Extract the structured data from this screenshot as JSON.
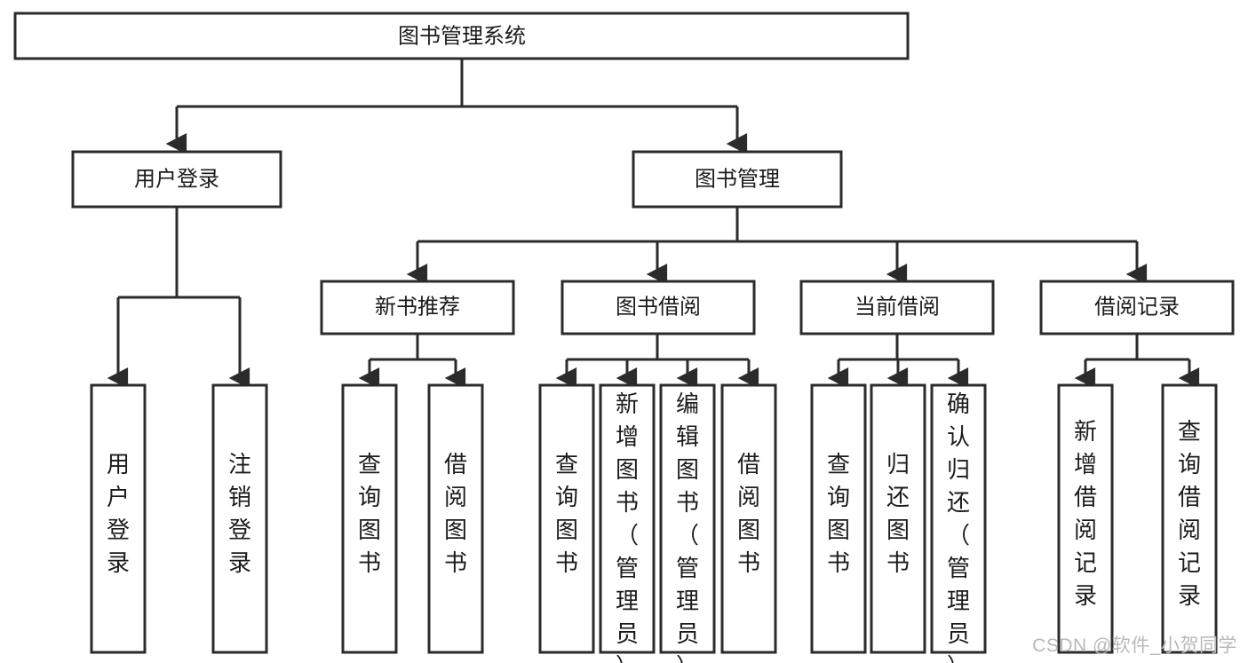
{
  "diagram": {
    "title": "图书管理系统",
    "type": "tree",
    "watermark": "CSDN @软件_小贺同学",
    "colors": {
      "background": "#ffffff",
      "box_fill": "#ffffff",
      "box_stroke": "#2b2b2b",
      "text": "#1b1b1b",
      "watermark": "#b9b9b9"
    },
    "root": {
      "label": "图书管理系统"
    },
    "level2": [
      {
        "label": "用户登录"
      },
      {
        "label": "图书管理"
      }
    ],
    "level3": [
      {
        "label": "新书推荐"
      },
      {
        "label": "图书借阅"
      },
      {
        "label": "当前借阅"
      },
      {
        "label": "借阅记录"
      }
    ],
    "leaves": {
      "user_login": [
        {
          "label": "用户登录"
        },
        {
          "label": "注销登录"
        }
      ],
      "new_book": [
        {
          "label": "查询图书"
        },
        {
          "label": "借阅图书"
        }
      ],
      "book_borrow": [
        {
          "label": "查询图书"
        },
        {
          "label": "新增图书（管理员）"
        },
        {
          "label": "编辑图书（管理员）"
        },
        {
          "label": "借阅图书"
        }
      ],
      "current_borrow": [
        {
          "label": "查询图书"
        },
        {
          "label": "归还图书"
        },
        {
          "label": "确认归还（管理员）"
        }
      ],
      "borrow_record": [
        {
          "label": "新增借阅记录"
        },
        {
          "label": "查询借阅记录"
        }
      ]
    }
  }
}
